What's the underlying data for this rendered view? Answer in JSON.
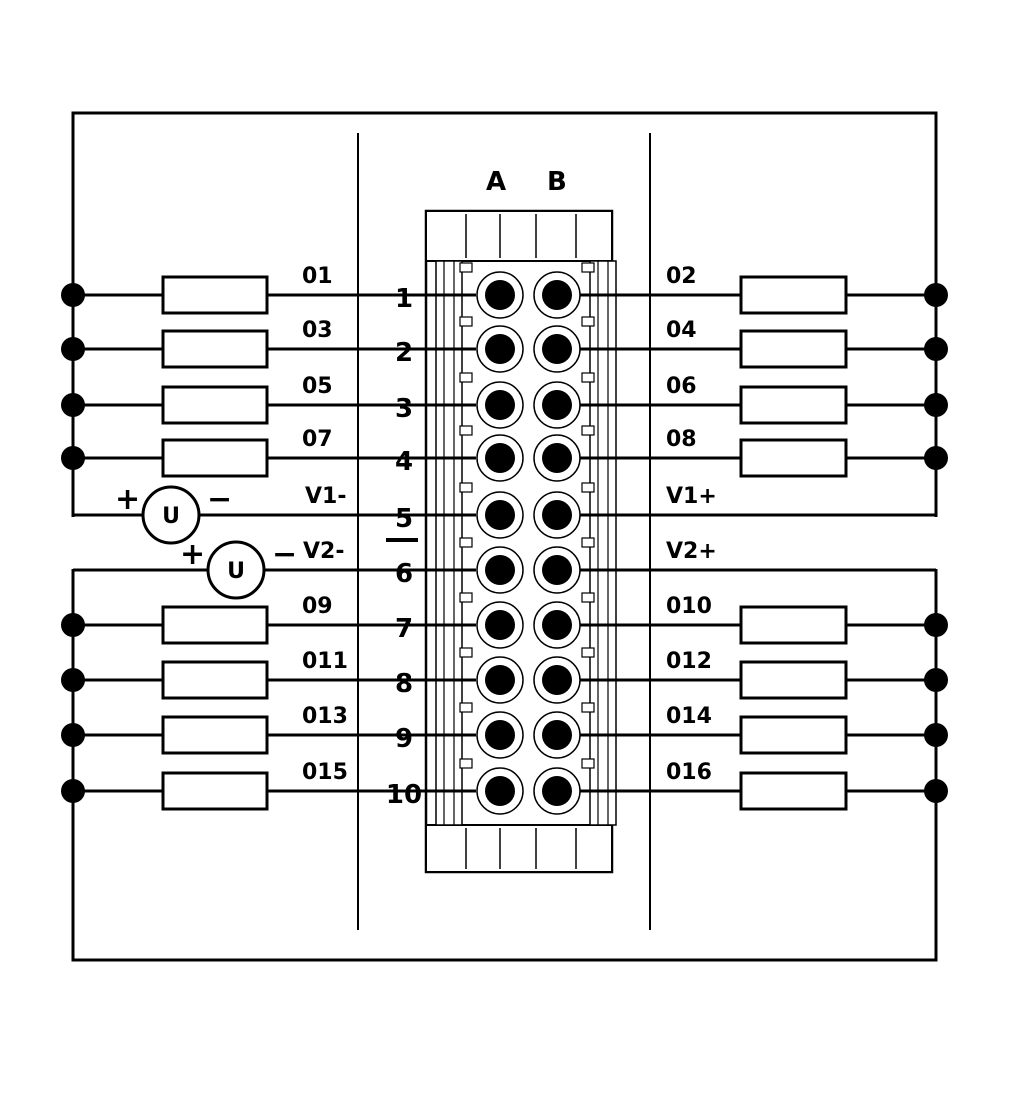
{
  "columns": [
    "A",
    "B"
  ],
  "rows": [
    "1",
    "2",
    "3",
    "4",
    "5",
    "6",
    "7",
    "8",
    "9",
    "10"
  ],
  "left_outputs": [
    {
      "row": 1,
      "label": "01"
    },
    {
      "row": 2,
      "label": "03"
    },
    {
      "row": 3,
      "label": "05"
    },
    {
      "row": 4,
      "label": "07"
    },
    {
      "row": 7,
      "label": "09"
    },
    {
      "row": 8,
      "label": "011"
    },
    {
      "row": 9,
      "label": "013"
    },
    {
      "row": 10,
      "label": "015"
    }
  ],
  "right_outputs": [
    {
      "row": 1,
      "label": "02"
    },
    {
      "row": 2,
      "label": "04"
    },
    {
      "row": 3,
      "label": "06"
    },
    {
      "row": 4,
      "label": "08"
    },
    {
      "row": 7,
      "label": "010"
    },
    {
      "row": 8,
      "label": "012"
    },
    {
      "row": 9,
      "label": "014"
    },
    {
      "row": 10,
      "label": "016"
    }
  ],
  "supplies": [
    {
      "row": 5,
      "neg_label": "V1-",
      "pos_label": "V1+",
      "symbol": "U",
      "plus": "+",
      "minus": "−"
    },
    {
      "row": 6,
      "neg_label": "V2-",
      "pos_label": "V2+",
      "symbol": "U",
      "plus": "+",
      "minus": "−"
    }
  ]
}
